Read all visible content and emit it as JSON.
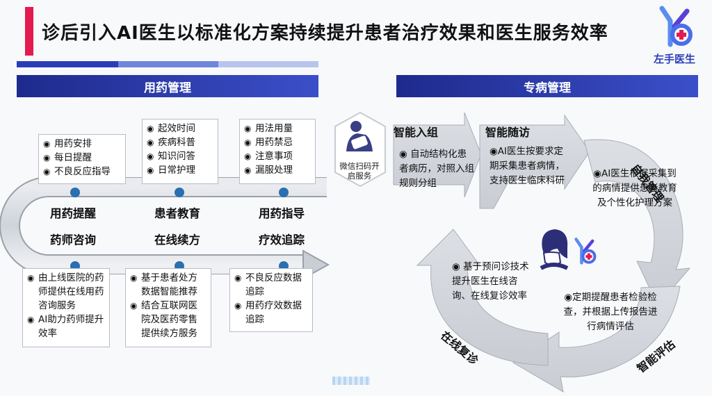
{
  "title": "诊后引入AI医生以标准化方案持续提升患者治疗效果和医生服务效率",
  "logo": {
    "text": "左手医生"
  },
  "colors": {
    "accent_red": "#e31b4e",
    "brand_blue": "#2b3fb8",
    "header_blue": "#1e2a8c",
    "dot_blue": "#2a6fb0"
  },
  "left": {
    "header": "用药管理",
    "top_boxes": [
      [
        "用药安排",
        "每日提醒",
        "不良反应指导"
      ],
      [
        "起效时间",
        "疾病科普",
        "知识问答",
        "日常护理"
      ],
      [
        "用法用量",
        "用药禁忌",
        "注意事项",
        "漏服处理"
      ]
    ],
    "top_labels": [
      "用药提醒",
      "患者教育",
      "用药指导"
    ],
    "bottom_labels": [
      "药师咨询",
      "在线续方",
      "疗效追踪"
    ],
    "bottom_boxes": [
      [
        "由上线医院的药师提供在线用药咨询服务",
        "AI助力药师提升效率"
      ],
      [
        "基于患者处方数据智能推荐",
        "结合互联网医院及医药零售提供续方服务"
      ],
      [
        "不良反应数据追踪",
        "用药疗效数据追踪"
      ]
    ]
  },
  "scan_text": "微信扫码开启服务",
  "right": {
    "header": "专病管理",
    "phases": [
      "智能入组",
      "智能随访",
      "自我管理",
      "智能评估",
      "在线复诊"
    ],
    "texts": [
      "自动结构化患者病历，对照入组规则分组",
      "AI医生按要求定期采集患者病情，支持医生临床科研",
      "AI医生根据采集到的病情提供患者教育及个性化护理方案",
      "定期提醒患者检验检查，并根据上传报告进行病情评估",
      "基于预问诊技术提升医生在线咨询、在线复诊效率"
    ]
  }
}
